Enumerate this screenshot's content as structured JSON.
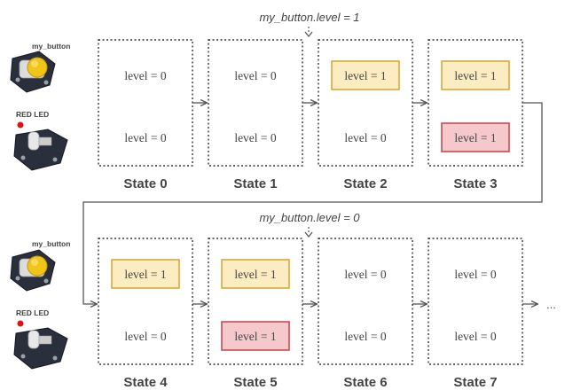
{
  "colors": {
    "frame": "#333333",
    "arrow": "#555555",
    "active_button_fill": "#fcecc2",
    "active_button_stroke": "#d8a937",
    "active_led_fill": "#f5c9cb",
    "active_led_stroke": "#c84a55",
    "label": "#444444"
  },
  "components": {
    "button_label": "my_button",
    "led_label": "RED LED",
    "button_icon": "yellow-pushbutton-module-icon",
    "led_icon": "red-led-module-icon"
  },
  "transitions": [
    {
      "text": "my_button.level = 1",
      "row": 0,
      "between": [
        1,
        2
      ]
    },
    {
      "text": "my_button.level = 0",
      "row": 1,
      "between": [
        5,
        6
      ]
    }
  ],
  "trailing_text": "...",
  "states": [
    {
      "label": "State 0",
      "button": "level = 0",
      "led": "level = 0",
      "button_active": false,
      "led_active": false
    },
    {
      "label": "State 1",
      "button": "level = 0",
      "led": "level = 0",
      "button_active": false,
      "led_active": false
    },
    {
      "label": "State 2",
      "button": "level = 1",
      "led": "level = 0",
      "button_active": true,
      "led_active": false
    },
    {
      "label": "State 3",
      "button": "level = 1",
      "led": "level = 1",
      "button_active": true,
      "led_active": true
    },
    {
      "label": "State 4",
      "button": "level = 1",
      "led": "level = 0",
      "button_active": true,
      "led_active": false
    },
    {
      "label": "State 5",
      "button": "level = 1",
      "led": "level = 1",
      "button_active": true,
      "led_active": true
    },
    {
      "label": "State 6",
      "button": "level = 0",
      "led": "level = 0",
      "button_active": false,
      "led_active": false
    },
    {
      "label": "State 7",
      "button": "level = 0",
      "led": "level = 0",
      "button_active": false,
      "led_active": false
    }
  ]
}
